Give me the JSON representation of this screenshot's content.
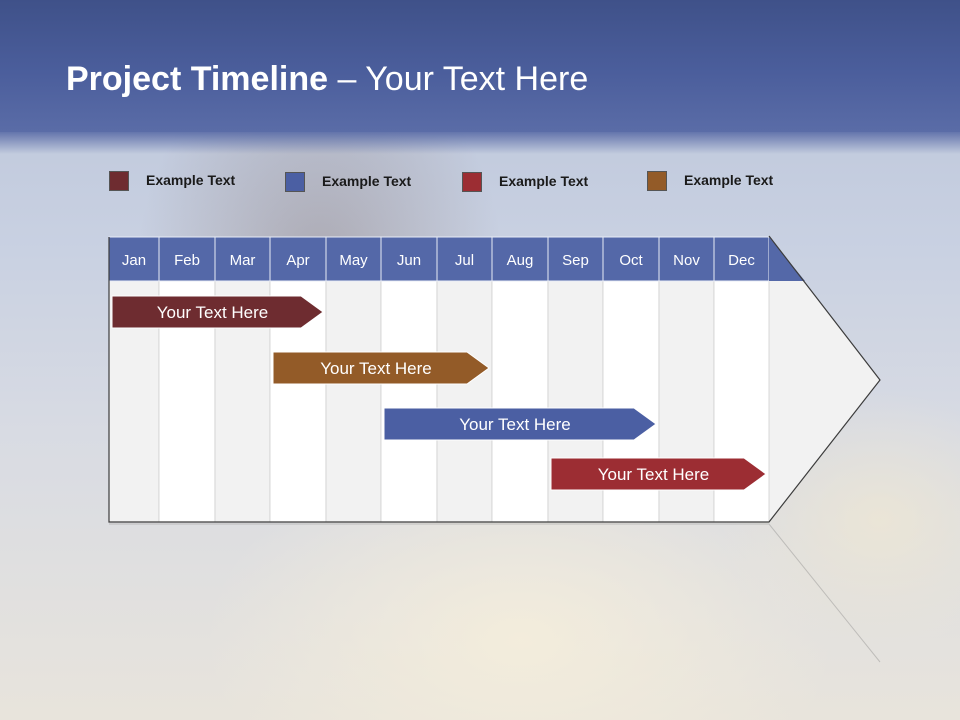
{
  "title": {
    "bold": "Project Timeline",
    "rest": "– Your Text Here"
  },
  "legend": [
    {
      "label": "Example Text",
      "color": "#6e2c30"
    },
    {
      "label": "Example Text",
      "color": "#4b5fa3"
    },
    {
      "label": "Example Text",
      "color": "#9c2d33"
    },
    {
      "label": "Example Text",
      "color": "#935b28"
    }
  ],
  "months": [
    "Jan",
    "Feb",
    "Mar",
    "Apr",
    "May",
    "Jun",
    "Jul",
    "Aug",
    "Sep",
    "Oct",
    "Nov",
    "Dec"
  ],
  "tasks": [
    {
      "label": "Your  Text Here",
      "start_month": 1.0,
      "end_month": 4.0,
      "color": "#6e2c30"
    },
    {
      "label": "Your  Text Here",
      "start_month": 4.0,
      "end_month": 7.0,
      "color": "#935b28"
    },
    {
      "label": "Your  Text Here",
      "start_month": 6.0,
      "end_month": 10.0,
      "color": "#4b5fa3"
    },
    {
      "label": "Your  Text Here",
      "start_month": 9.0,
      "end_month": 12.0,
      "color": "#9c2d33"
    }
  ],
  "colors": {
    "header": "#5468a8",
    "column_light": "#f2f2f2",
    "column_white": "#ffffff"
  }
}
